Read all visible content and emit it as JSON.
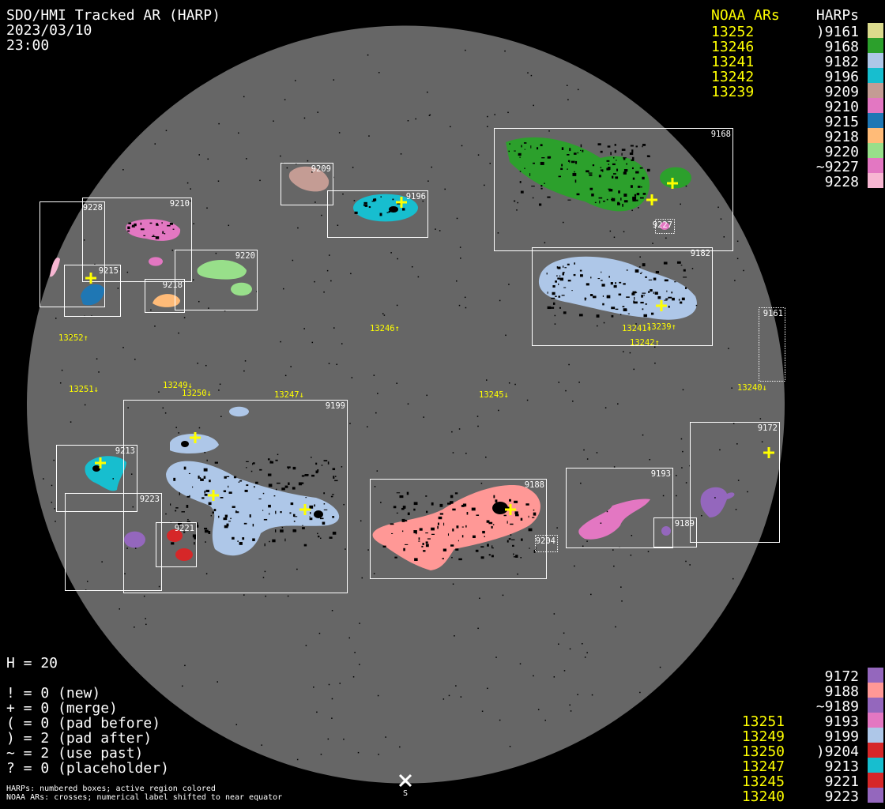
{
  "header": {
    "title": "SDO/HMI Tracked AR (HARP)",
    "date": "2023/03/10",
    "time": "23:00"
  },
  "legend_top": {
    "noaa_title": "NOAA ARs",
    "harps_title": "HARPs",
    "noaa": [
      "13252",
      "13246",
      "13241",
      "13242",
      "13239"
    ],
    "harps": [
      {
        "label": ")9161",
        "color": "#dbdb8d"
      },
      {
        "label": "9168",
        "color": "#2ca02c"
      },
      {
        "label": "9182",
        "color": "#aec7e8"
      },
      {
        "label": "9196",
        "color": "#17becf"
      },
      {
        "label": "9209",
        "color": "#c49c94"
      },
      {
        "label": "9210",
        "color": "#e377c2"
      },
      {
        "label": "9215",
        "color": "#1f77b4"
      },
      {
        "label": "9218",
        "color": "#ffbb78"
      },
      {
        "label": "9220",
        "color": "#98df8a"
      },
      {
        "label": "~9227",
        "color": "#e377c2"
      },
      {
        "label": "9228",
        "color": "#f7b6d2"
      }
    ]
  },
  "legend_bottom": {
    "noaa": [
      "13251",
      "13249",
      "13250",
      "13247",
      "13245",
      "13240"
    ],
    "harps": [
      {
        "label": "9172",
        "color": "#9467bd"
      },
      {
        "label": "9188",
        "color": "#ff9896"
      },
      {
        "label": "~9189",
        "color": "#9467bd"
      },
      {
        "label": "9193",
        "color": "#e377c2"
      },
      {
        "label": "9199",
        "color": "#aec7e8"
      },
      {
        "label": ")9204",
        "color": "#d62728"
      },
      {
        "label": "9213",
        "color": "#17becf"
      },
      {
        "label": "9221",
        "color": "#d62728"
      },
      {
        "label": "9223",
        "color": "#9467bd"
      }
    ]
  },
  "stats": {
    "h": "H = 20",
    "lines": [
      "! = 0 (new)",
      "+ = 0 (merge)",
      "( = 0 (pad before)",
      ") = 2 (pad after)",
      "~ = 2 (use past)",
      "? = 0 (placeholder)"
    ]
  },
  "footer": {
    "line1": "HARPs: numbered boxes; active region colored",
    "line2": "NOAA ARs: crosses; numerical label shifted to near equator"
  },
  "disk": {
    "south_marker": "S",
    "harp_boxes": [
      "9168",
      "9227",
      "9182",
      "9161",
      "9209",
      "9196",
      "9228",
      "9210",
      "9215",
      "9220",
      "9218",
      "9199",
      "9213",
      "9223",
      "9221",
      "9188",
      "9204",
      "9193",
      "9189",
      "9172"
    ],
    "noaa_labels": [
      "13252↑",
      "13246↑",
      "13241↑",
      "13239↑",
      "13242↑",
      "13251↓",
      "13249↓",
      "13250↓",
      "13247↓",
      "13245↓",
      "13240↓"
    ],
    "colors": {
      "disk": "#666666",
      "box": "#ffffff",
      "noaa": "#ffff00"
    }
  }
}
